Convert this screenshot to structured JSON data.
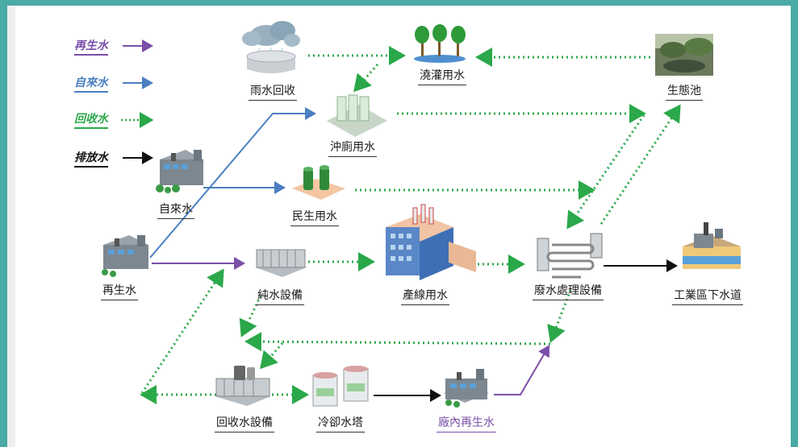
{
  "legend": [
    {
      "label": "再生水",
      "color": "#7a4fa8",
      "style": "solid"
    },
    {
      "label": "自來水",
      "color": "#4a7fc1",
      "style": "solid"
    },
    {
      "label": "回收水",
      "color": "#2aa84a",
      "style": "dotted"
    },
    {
      "label": "排放水",
      "color": "#111111",
      "style": "solid"
    }
  ],
  "nodes": {
    "rainwater": "雨水回收",
    "irrigation": "澆灌用水",
    "eco_pond": "生態池",
    "toilet": "沖廁用水",
    "tap_plant": "自來水",
    "domestic": "民生用水",
    "reclaimed_source": "再生水",
    "pure_water": "純水設備",
    "production": "產線用水",
    "wastewater": "廢水處理設備",
    "sewer": "工業區下水道",
    "recovery": "回收水設備",
    "cooling": "冷卻水塔",
    "inplant_reclaimed": "廠內再生水"
  },
  "colors": {
    "reclaimed": "#7a4fa8",
    "tap": "#4a7fc1",
    "recycled": "#2aa84a",
    "discharge": "#111111",
    "frame": "#4aaaa5"
  }
}
